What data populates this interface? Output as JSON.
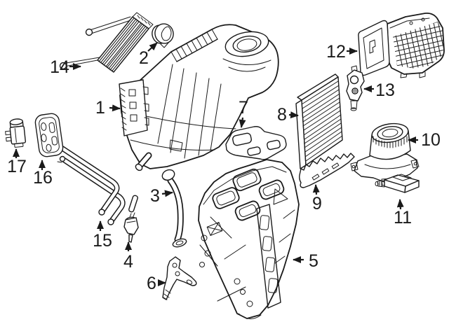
{
  "diagram": {
    "background_color": "#ffffff",
    "line_color": "#1a1a1a",
    "callouts": [
      {
        "label": "1"
      },
      {
        "label": "2"
      },
      {
        "label": "3"
      },
      {
        "label": "4"
      },
      {
        "label": "5"
      },
      {
        "label": "6"
      },
      {
        "label": "7"
      },
      {
        "label": "8"
      },
      {
        "label": "9"
      },
      {
        "label": "10"
      },
      {
        "label": "11"
      },
      {
        "label": "12"
      },
      {
        "label": "13"
      },
      {
        "label": "14"
      },
      {
        "label": "15"
      },
      {
        "label": "16"
      },
      {
        "label": "17"
      }
    ]
  }
}
